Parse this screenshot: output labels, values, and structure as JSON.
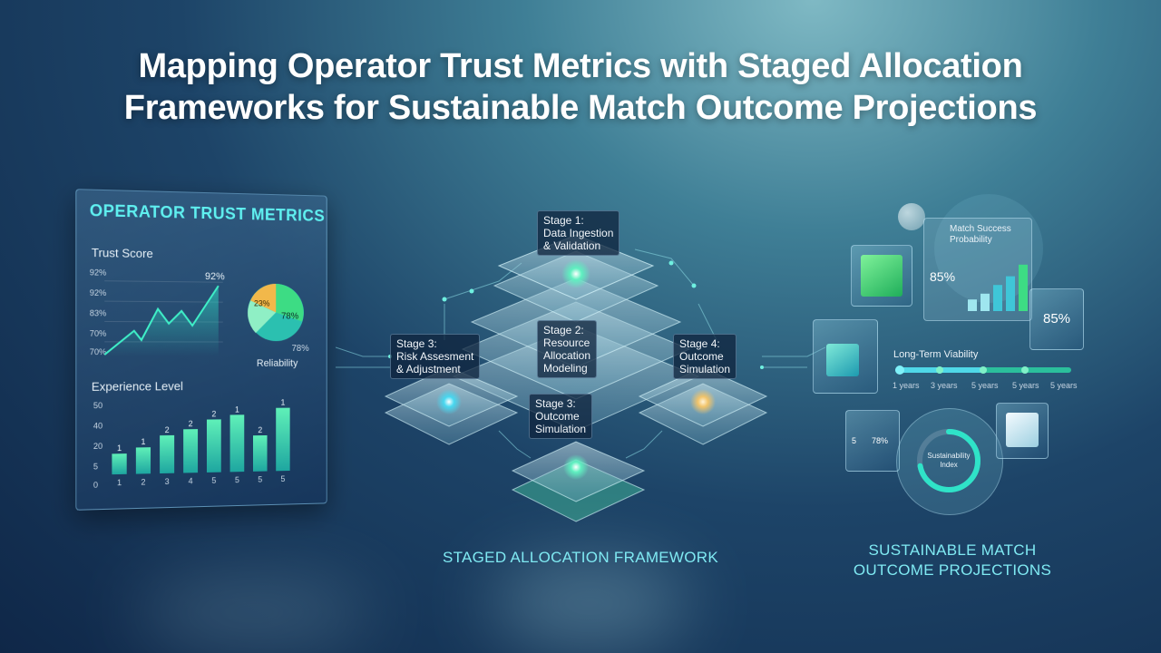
{
  "title_line1": "Mapping Operator Trust Metrics with Staged Allocation",
  "title_line2": "Frameworks for Sustainable Match Outcome Projections",
  "left_panel": {
    "title": "OPERATOR TRUST METRICS",
    "trust_label": "Trust Score",
    "trust_ticks": [
      "92%",
      "92%",
      "83%",
      "70%",
      "70%"
    ],
    "trust_peak": "92%",
    "pie_outer": "78%",
    "pie_inner": "23%",
    "pie_label2": "78%",
    "pie_caption": "Reliability",
    "exp_label": "Experience Level",
    "exp_y_ticks": [
      "50",
      "40",
      "20",
      "5",
      "0"
    ],
    "exp_x_ticks": [
      "1",
      "2",
      "3",
      "4",
      "5",
      "5",
      "5",
      "5"
    ],
    "exp_bar_labels": [
      "1",
      "1",
      "2",
      "2",
      "2",
      "1",
      "2",
      "1"
    ],
    "exp_values": [
      0.28,
      0.36,
      0.52,
      0.6,
      0.73,
      0.79,
      0.5,
      0.88
    ]
  },
  "framework": {
    "stage1": "Stage 1:\nData Ingestion\n& Validation",
    "stage2": "Stage 2:\nResource\nAllocation\nModeling",
    "stage3a": "Stage 3:\nRisk Assesment\n& Adjustment",
    "stage3b": "Stage 3:\nOutcome\nSimulation",
    "stage4": "Stage 4:\nOutcome\nSimulation",
    "caption": "STAGED ALLOCATION FRAMEWORK"
  },
  "right_panel": {
    "match_label": "Match Success\nProbability",
    "match_pct": "85%",
    "match_values": [
      0.2,
      0.3,
      0.45,
      0.6,
      0.8,
      1.0
    ],
    "cube_pct": "85%",
    "viability_label": "Long-Term Viability",
    "viability_ticks": [
      "1 years",
      "3 years",
      "5 years",
      "5 years",
      "5 years"
    ],
    "small_cube_a": "5",
    "small_cube_b": "78%",
    "sustain_label": "Sustainability\nIndex",
    "sustain_value": 0.72,
    "caption": "SUSTAINABLE MATCH\nOUTCOME PROJECTIONS"
  },
  "colors": {
    "accent": "#2fe3c8",
    "green": "#3ddc84",
    "teal": "#27c3d6",
    "amber": "#f2b84a"
  }
}
